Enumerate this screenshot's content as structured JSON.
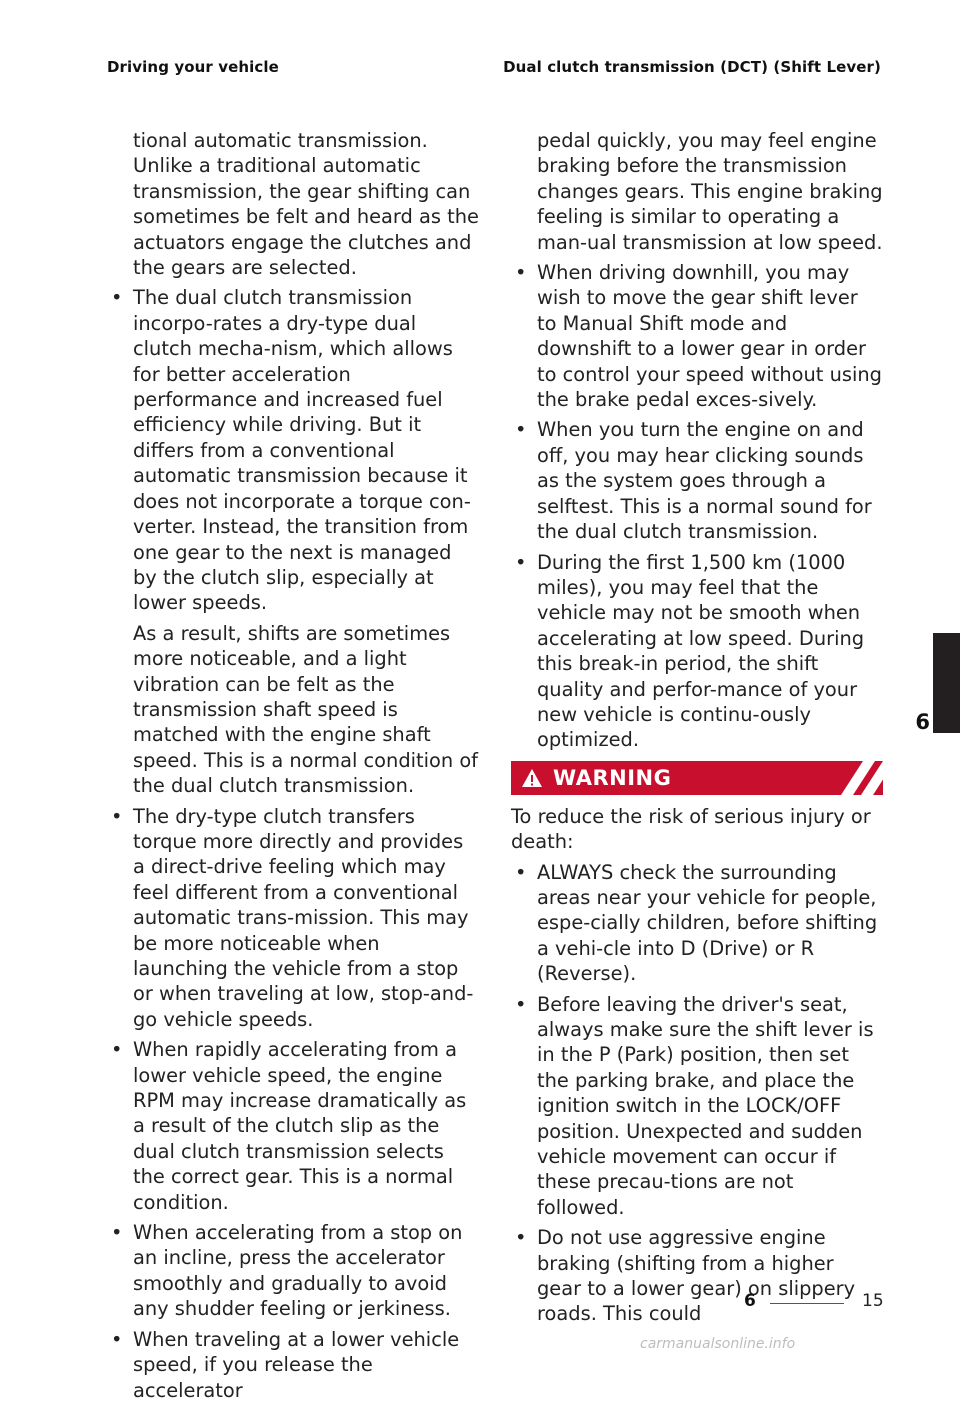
{
  "header": {
    "left": "Driving your vehicle",
    "right": "Dual clutch transmission (DCT) (Shift Lever)"
  },
  "left_column": {
    "continuation": "tional automatic transmission. Unlike a traditional automatic transmission, the gear shifting can sometimes be felt and heard as the actuators engage the clutches and the gears are selected.",
    "bullets": [
      "The dual clutch transmission incorpo-rates a dry-type dual clutch mecha-nism, which allows for better acceleration performance and increased fuel efficiency while driving. But it differs from a conventional automatic transmission because it does not incorporate a torque con-verter. Instead, the transition from one gear to the next is managed by the clutch slip, especially at lower speeds.",
      "The dry-type clutch transfers torque more directly and provides a direct-drive feeling which may feel different from a conventional automatic trans-mission. This may be more noticeable when launching the vehicle from a stop or when traveling at low, stop-and-go vehicle speeds.",
      "When rapidly accelerating from a lower vehicle speed, the engine RPM may increase dramatically as a result of the clutch slip as the dual clutch transmission selects the correct gear. This is a normal condition.",
      "When accelerating from a stop on an incline, press the accelerator smoothly and gradually to avoid any shudder feeling or jerkiness.",
      "When traveling at a lower vehicle speed, if you release the accelerator"
    ],
    "bullet1_extra": "As a result, shifts are sometimes more noticeable, and a light vibration can be felt as the transmission shaft speed is matched with the engine shaft speed. This is a normal condition of the dual clutch transmission."
  },
  "right_column": {
    "continuation": "pedal quickly, you may feel engine braking before the transmission changes gears. This engine braking feeling is similar to operating a man-ual transmission at low speed.",
    "bullets": [
      "When driving downhill, you may wish to move the gear shift lever to Manual Shift mode and downshift to a lower gear in order to control your speed without using the brake pedal exces-sively.",
      "When you turn the engine on and off, you may hear clicking sounds as the system goes through a selftest. This is a normal sound for the dual clutch transmission.",
      "During the first 1,500 km (1000 miles), you may feel that the vehicle may not be smooth when accelerating at low speed. During this break-in period, the shift quality and perfor-mance of your new vehicle is continu-ously optimized."
    ]
  },
  "warning": {
    "label": "WARNING",
    "color": "#c8102e",
    "icon": "warning-triangle-icon",
    "intro": "To reduce the risk of serious injury or death:",
    "bullets": [
      "ALWAYS check the surrounding areas near your vehicle for people, espe-cially children, before shifting a vehi-cle into D (Drive) or R (Reverse).",
      "Before leaving the driver's seat, always make sure the shift lever is in the P (Park) position, then set the parking brake, and place the ignition switch in the LOCK/OFF position. Unexpected and sudden vehicle movement can occur if these precau-tions are not followed.",
      "Do not use aggressive engine braking (shifting from a higher gear to a lower gear) on slippery roads. This could"
    ]
  },
  "side_tab": {
    "number": "6"
  },
  "footer": {
    "chapter": "6",
    "page": "15"
  },
  "watermark": "carmanualsonline.info"
}
